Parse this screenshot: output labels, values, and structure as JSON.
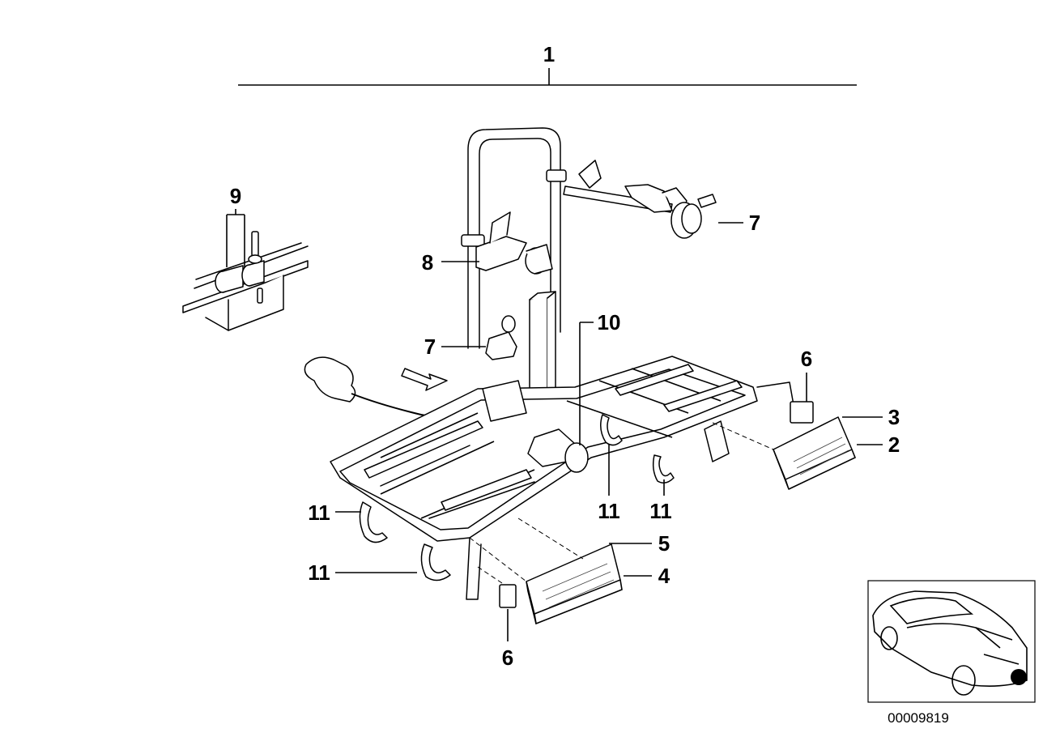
{
  "callouts": {
    "c1": "1",
    "c2": "2",
    "c3": "3",
    "c4": "4",
    "c5": "5",
    "c6_top": "6",
    "c6_bottom": "6",
    "c7_top": "7",
    "c7_left": "7",
    "c8": "8",
    "c9": "9",
    "c10": "10",
    "c11_a": "11",
    "c11_b": "11",
    "c11_c": "11",
    "c11_d": "11"
  },
  "diagram_code": "00009819"
}
